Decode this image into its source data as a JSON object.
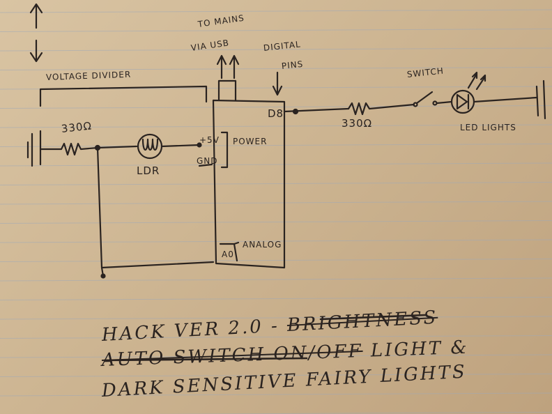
{
  "labels": {
    "voltage_divider": "VOLTAGE DIVIDER",
    "to_mains": "TO MAINS",
    "via_usb": "VIA USB",
    "digital": "DIGITAL",
    "pins": "PINS",
    "switch": "SWITCH",
    "resistor_1": "330Ω",
    "resistor_2": "330Ω",
    "ldr": "LDR",
    "plus_5v": "+5V",
    "gnd": "GND",
    "power": "POWER",
    "d8": "D8",
    "a0": "A0",
    "analog": "ANALOG",
    "led_lights": "LED LIGHTS"
  },
  "note": {
    "line1_prefix": "HACK VER 2.0 -",
    "line1_struck": "BRIGHTNESS",
    "line2_struck": "AUTO SWITCH ON/OFF",
    "line2_suffix": "LIGHT &",
    "line3": "DARK SENSITIVE FAIRY LIGHTS"
  },
  "colors": {
    "ink": "#2a2320",
    "paper": "#d2ba97",
    "rule": "#9fa9b8"
  }
}
